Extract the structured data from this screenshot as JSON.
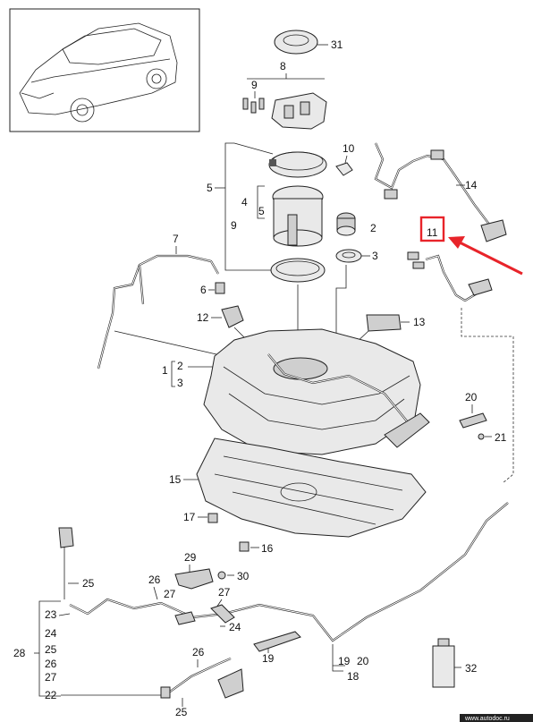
{
  "highlight_color": "#e8242a",
  "labels": {
    "l1": "1",
    "l2": "2",
    "l2b": "2",
    "l3": "3",
    "l3b": "3",
    "l4": "4",
    "l5a": "5",
    "l5b": "5",
    "l6": "6",
    "l7": "7",
    "l8": "8",
    "l9a": "9",
    "l9b": "9",
    "l10": "10",
    "l11": "11",
    "l12": "12",
    "l13": "13",
    "l14": "14",
    "l15": "15",
    "l16": "16",
    "l17": "17",
    "l18": "18",
    "l19a": "19",
    "l19b": "19",
    "l20a": "20",
    "l20b": "20",
    "l21": "21",
    "l22": "22",
    "l23": "23",
    "l24a": "24",
    "l24b": "24",
    "l25a": "25",
    "l25b": "25",
    "l25c": "25",
    "l26a": "26",
    "l26b": "26",
    "l26c": "26",
    "l27a": "27",
    "l27b": "27",
    "l27c": "27",
    "l28": "28",
    "l29": "29",
    "l30": "30",
    "l31": "31",
    "l32": "32"
  },
  "watermark": "www.autodoc.ru"
}
